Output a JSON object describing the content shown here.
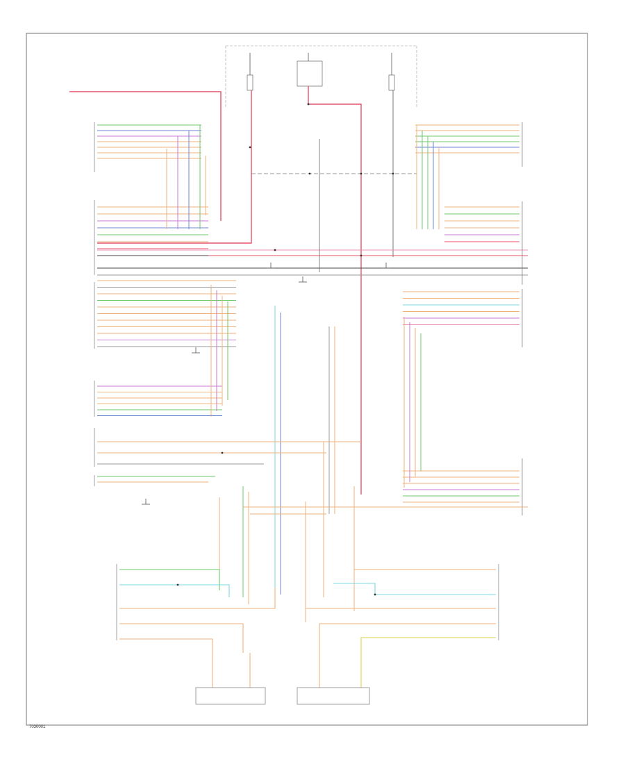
{
  "figure_id": "7030001",
  "colors": {
    "frame": "#8a8a8a",
    "wire_red": "#e8526a",
    "wire_orange": "#f2b27a",
    "wire_green": "#6cc96a",
    "wire_blue": "#6a86d8",
    "wire_violet": "#c77ad6",
    "wire_cyan": "#7ad7e0",
    "wire_yellow": "#d9d24a",
    "wire_grey": "#9a9a9a",
    "wire_black": "#444444",
    "wire_pink": "#ef8fb8"
  },
  "wire_colors_left_top": [
    "wire_green",
    "wire_blue",
    "wire_violet",
    "wire_orange",
    "wire_orange",
    "wire_orange",
    "wire_orange"
  ],
  "wire_colors_left_mid": [
    "wire_orange",
    "wire_orange",
    "wire_violet",
    "wire_blue",
    "wire_green",
    "wire_orange",
    "wire_red",
    "wire_black"
  ],
  "wire_colors_left_low": [
    "wire_orange",
    "wire_grey",
    "wire_orange",
    "wire_green",
    "wire_orange",
    "wire_orange",
    "wire_orange",
    "wire_orange",
    "wire_orange",
    "wire_violet",
    "wire_grey"
  ],
  "wire_colors_left_bus": [
    "wire_violet",
    "wire_orange",
    "wire_orange",
    "wire_orange",
    "wire_green",
    "wire_blue"
  ],
  "wire_colors_right_top": [
    "wire_orange",
    "wire_orange",
    "wire_green",
    "wire_green",
    "wire_blue",
    "wire_orange"
  ],
  "wire_colors_right_mid": [
    "wire_orange",
    "wire_green",
    "wire_orange",
    "wire_orange",
    "wire_violet",
    "wire_red"
  ],
  "wire_colors_right_low": [
    "wire_orange",
    "wire_orange",
    "wire_cyan",
    "wire_orange",
    "wire_violet",
    "wire_pink"
  ],
  "wire_colors_right_bus": [
    "wire_orange",
    "wire_orange",
    "wire_orange",
    "wire_violet",
    "wire_green",
    "wire_orange"
  ]
}
